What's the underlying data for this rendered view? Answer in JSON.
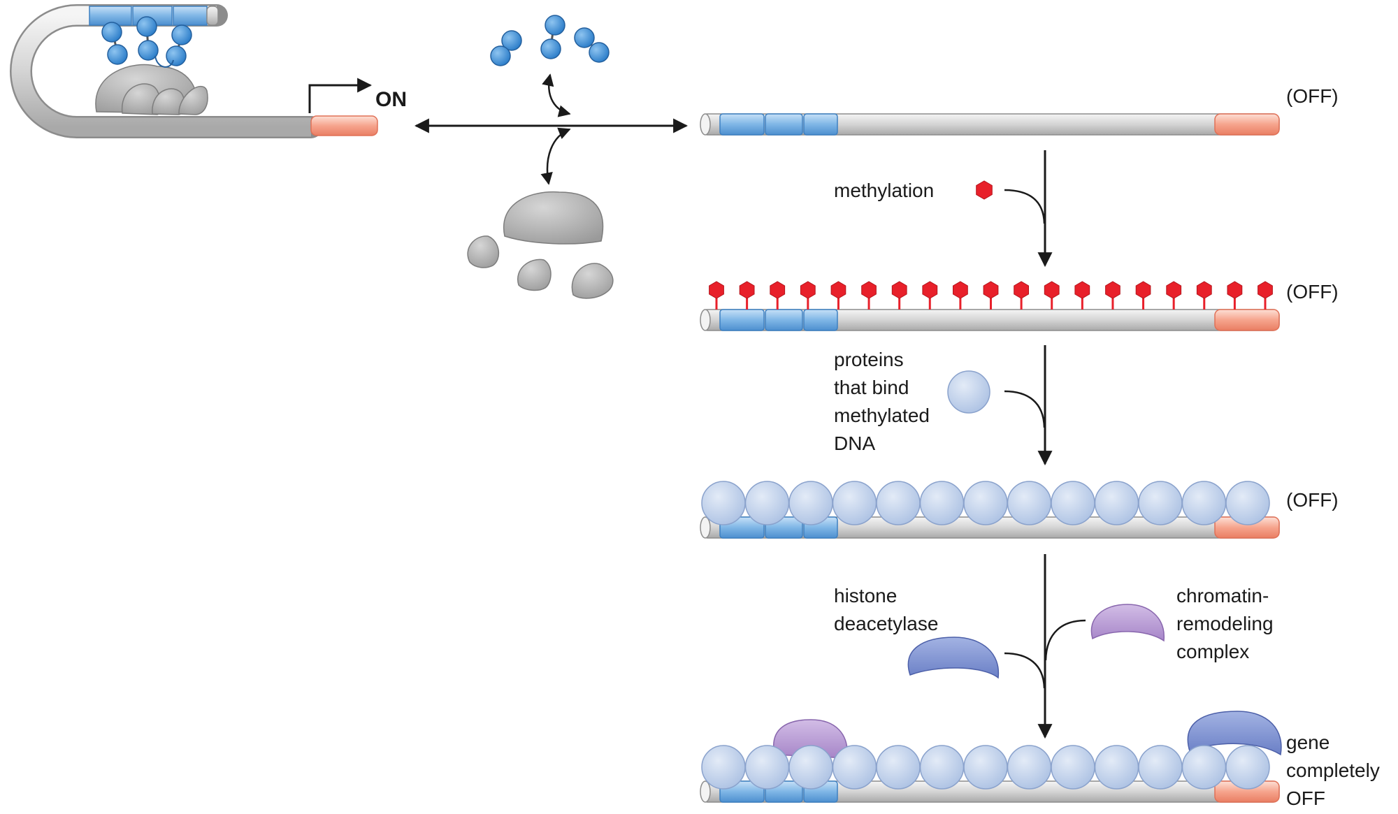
{
  "labels": {
    "on": "ON",
    "off_1": "(OFF)",
    "off_2": "(OFF)",
    "off_3": "(OFF)",
    "methylation": "methylation",
    "binding_proteins": [
      "proteins",
      "that bind",
      "methylated",
      "DNA"
    ],
    "hdac": [
      "histone",
      "deacetylase"
    ],
    "remodeler": [
      "chromatin-",
      "remodeling",
      "complex"
    ],
    "final_state": [
      "gene",
      "completely",
      "OFF"
    ]
  },
  "colors": {
    "dna_gray": "#d9d9d9",
    "enhancer_blue": "#6aaae0",
    "promoter_salmon": "#f5a08a",
    "methyl_red": "#e8202a",
    "binding_protein": "#b7c9e6",
    "hdac": "#7a90cf",
    "remodeler": "#b59ad0",
    "activator_blue": "#3d8fd6",
    "machinery_gray": "#a6a6a6"
  },
  "counts": {
    "methyl_groups": 19,
    "bound_proteins": 13
  }
}
